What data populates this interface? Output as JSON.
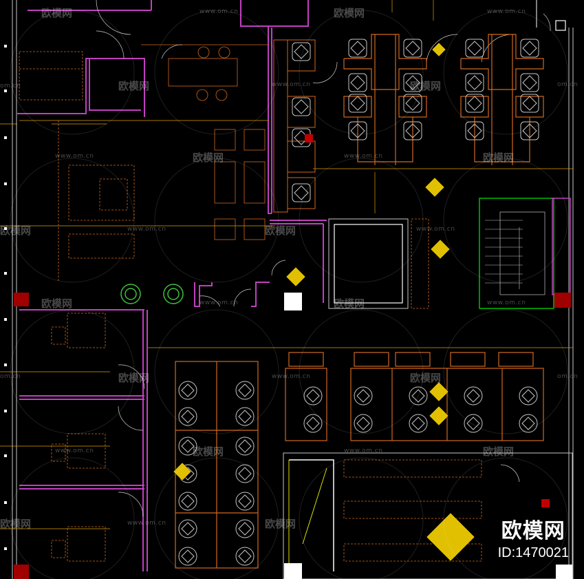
{
  "watermark": {
    "text": "欧模网",
    "url": "www.om.cn",
    "url_short": "om.cn"
  },
  "brand": {
    "logo": "欧模网",
    "id": "ID:1470021"
  },
  "colors": {
    "background": "#000000",
    "wall": "#c040c0",
    "furniture": "#d2691e",
    "chair": "#c8c8c8",
    "dim_line": "#e0a000",
    "tag_fill": "#e0c000",
    "stair": "#00c000",
    "red_block": "#c00000",
    "white_line": "#ffffff",
    "plant": "#40c040"
  }
}
